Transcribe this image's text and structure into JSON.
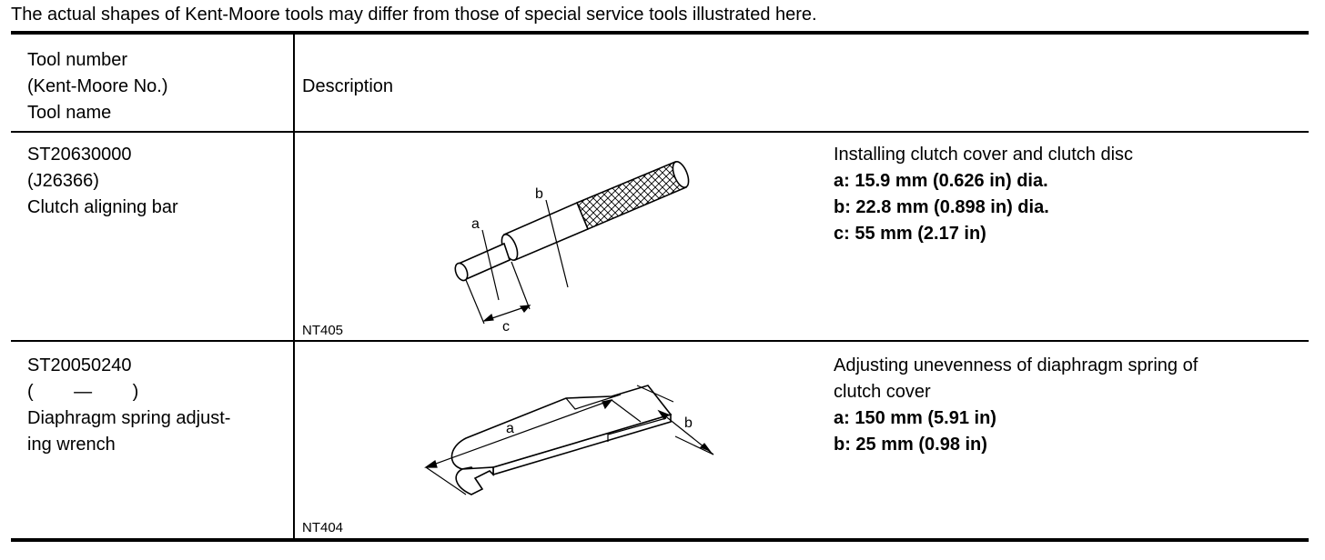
{
  "note": "The actual shapes of Kent-Moore tools may differ from those of special service tools illustrated here.",
  "header": {
    "tool_col": [
      "Tool number",
      "(Kent-Moore No.)",
      "Tool name"
    ],
    "description_col": "Description"
  },
  "rows": [
    {
      "tool_number": "ST20630000",
      "kent_moore": "(J26366)",
      "tool_name_lines": [
        "Clutch aligning bar"
      ],
      "figure_code": "NT405",
      "figure_labels": {
        "a": "a",
        "b": "b",
        "c": "c"
      },
      "description_lines": [
        "Installing clutch cover and clutch disc"
      ],
      "spec_lines": [
        "a: 15.9 mm (0.626 in) dia.",
        "b: 22.8 mm (0.898 in) dia.",
        "c: 55 mm (2.17 in)"
      ]
    },
    {
      "tool_number": "ST20050240",
      "kent_moore": "(        —        )",
      "tool_name_lines": [
        "Diaphragm spring adjust-",
        "ing wrench"
      ],
      "figure_code": "NT404",
      "figure_labels": {
        "a": "a",
        "b": "b"
      },
      "description_lines": [
        "Adjusting unevenness of diaphragm spring of",
        "clutch cover"
      ],
      "spec_lines": [
        "a: 150 mm (5.91 in)",
        "b: 25 mm (0.98 in)"
      ]
    }
  ]
}
